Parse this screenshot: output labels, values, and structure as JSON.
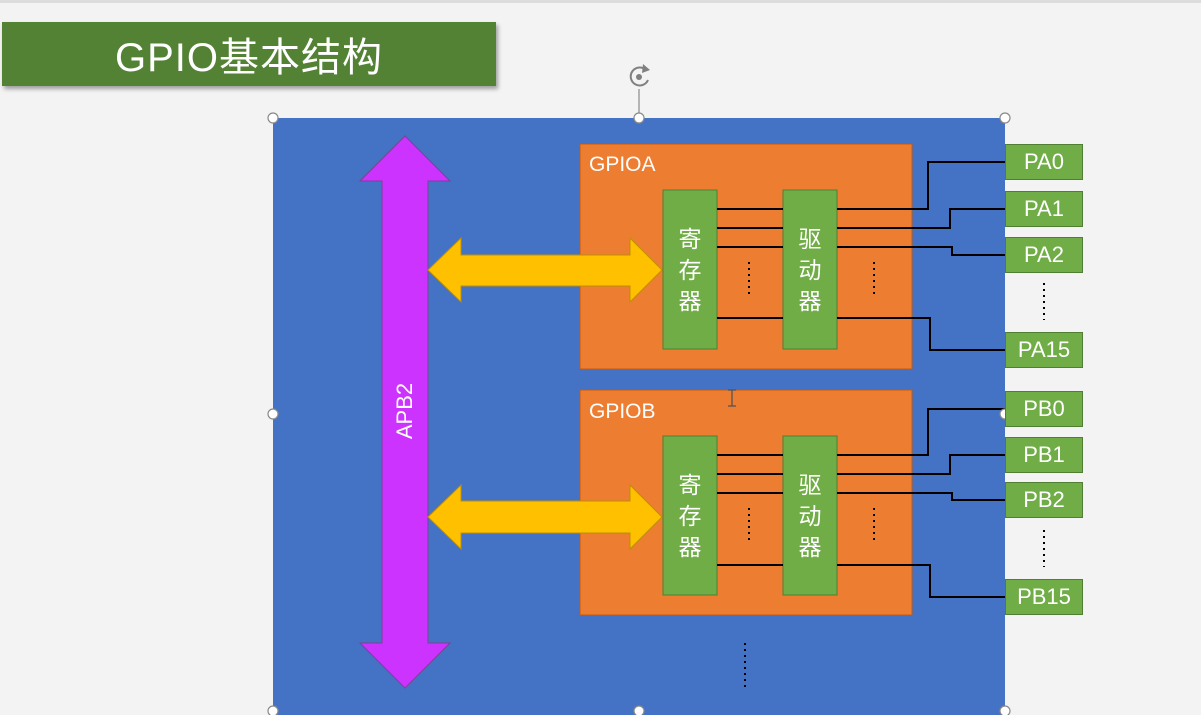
{
  "title": "GPIO基本结构",
  "bus_label": "APB2",
  "ports": [
    {
      "name": "GPIOA",
      "register_label": [
        "寄",
        "存",
        "器"
      ],
      "driver_label": [
        "驱",
        "动",
        "器"
      ],
      "pins": [
        "PA0",
        "PA1",
        "PA2",
        "PA15"
      ]
    },
    {
      "name": "GPIOB",
      "register_label": [
        "寄",
        "存",
        "器"
      ],
      "driver_label": [
        "驱",
        "动",
        "器"
      ],
      "pins": [
        "PB0",
        "PB1",
        "PB2",
        "PB15"
      ]
    }
  ],
  "colors": {
    "title_bg": "#548235",
    "chip_bg": "#4472c4",
    "port_bg": "#ed7d31",
    "block_bg": "#70ad47",
    "bus_arrow": "#cc33ff",
    "link_arrow": "#ffc000"
  },
  "icons": [
    "rotate-handle-icon",
    "text-cursor-icon"
  ]
}
